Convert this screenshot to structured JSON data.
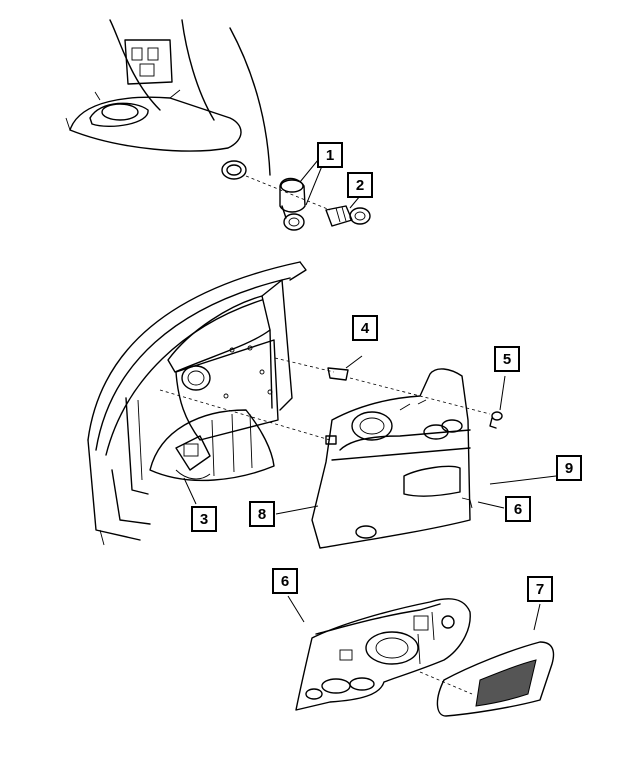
{
  "callouts": [
    {
      "id": "c1",
      "label": "1"
    },
    {
      "id": "c2",
      "label": "2"
    },
    {
      "id": "c3",
      "label": "3"
    },
    {
      "id": "c4",
      "label": "4"
    },
    {
      "id": "c5",
      "label": "5"
    },
    {
      "id": "c6a",
      "label": "6"
    },
    {
      "id": "c6b",
      "label": "6"
    },
    {
      "id": "c7",
      "label": "7"
    },
    {
      "id": "c8",
      "label": "8"
    },
    {
      "id": "c9",
      "label": "9"
    }
  ],
  "colors": {
    "line": "#000000",
    "background": "#ffffff"
  }
}
